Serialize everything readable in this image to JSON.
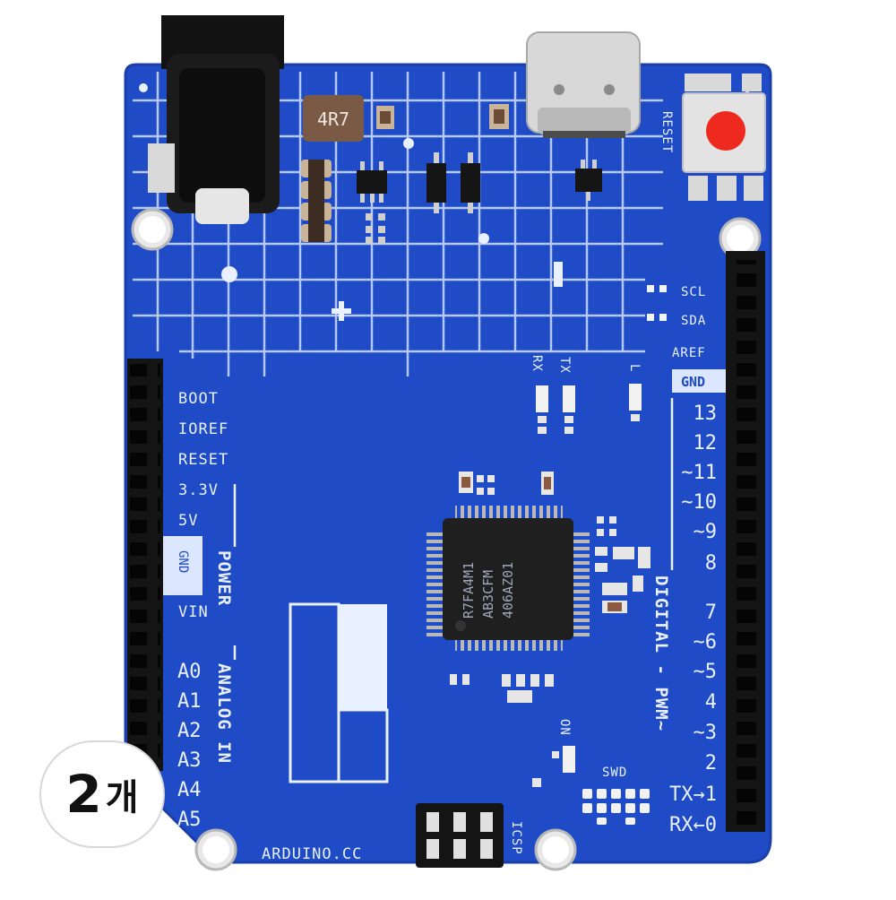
{
  "board": {
    "inductor_label": "4R7",
    "reset_label": "RESET",
    "chip_lines": [
      "R7FA4M1",
      "AB3CFM",
      "406AZ01"
    ],
    "led_rx": "RX",
    "led_tx": "TX",
    "led_l": "L",
    "led_on": "ON",
    "swd_label": "SWD",
    "icsp_label": "ICSP",
    "website": "ARDUINO.CC",
    "power_section": "POWER",
    "analog_section": "ANALOG IN",
    "digital_section": "DIGITAL - PWM~",
    "power_pins": [
      "BOOT",
      "IOREF",
      "RESET",
      "3.3V",
      "5V",
      "GND",
      "VIN"
    ],
    "analog_pins": [
      "A0",
      "A1",
      "A2",
      "A3",
      "A4",
      "A5"
    ],
    "top_right_pins": [
      "SCL",
      "SDA",
      "AREF",
      "GND"
    ],
    "digital_pins": [
      "13",
      "12",
      "~11",
      "~10",
      "~9",
      "8",
      "7",
      "~6",
      "~5",
      "4",
      "~3",
      "2",
      "TX→1",
      "RX←0"
    ]
  },
  "colors": {
    "pcb": "#1f4bc6",
    "header": "#141414",
    "silkscreen": "#e9f0ff",
    "reset_button": "#ee2a1e"
  },
  "badge": {
    "quantity": "2",
    "unit": "개"
  }
}
